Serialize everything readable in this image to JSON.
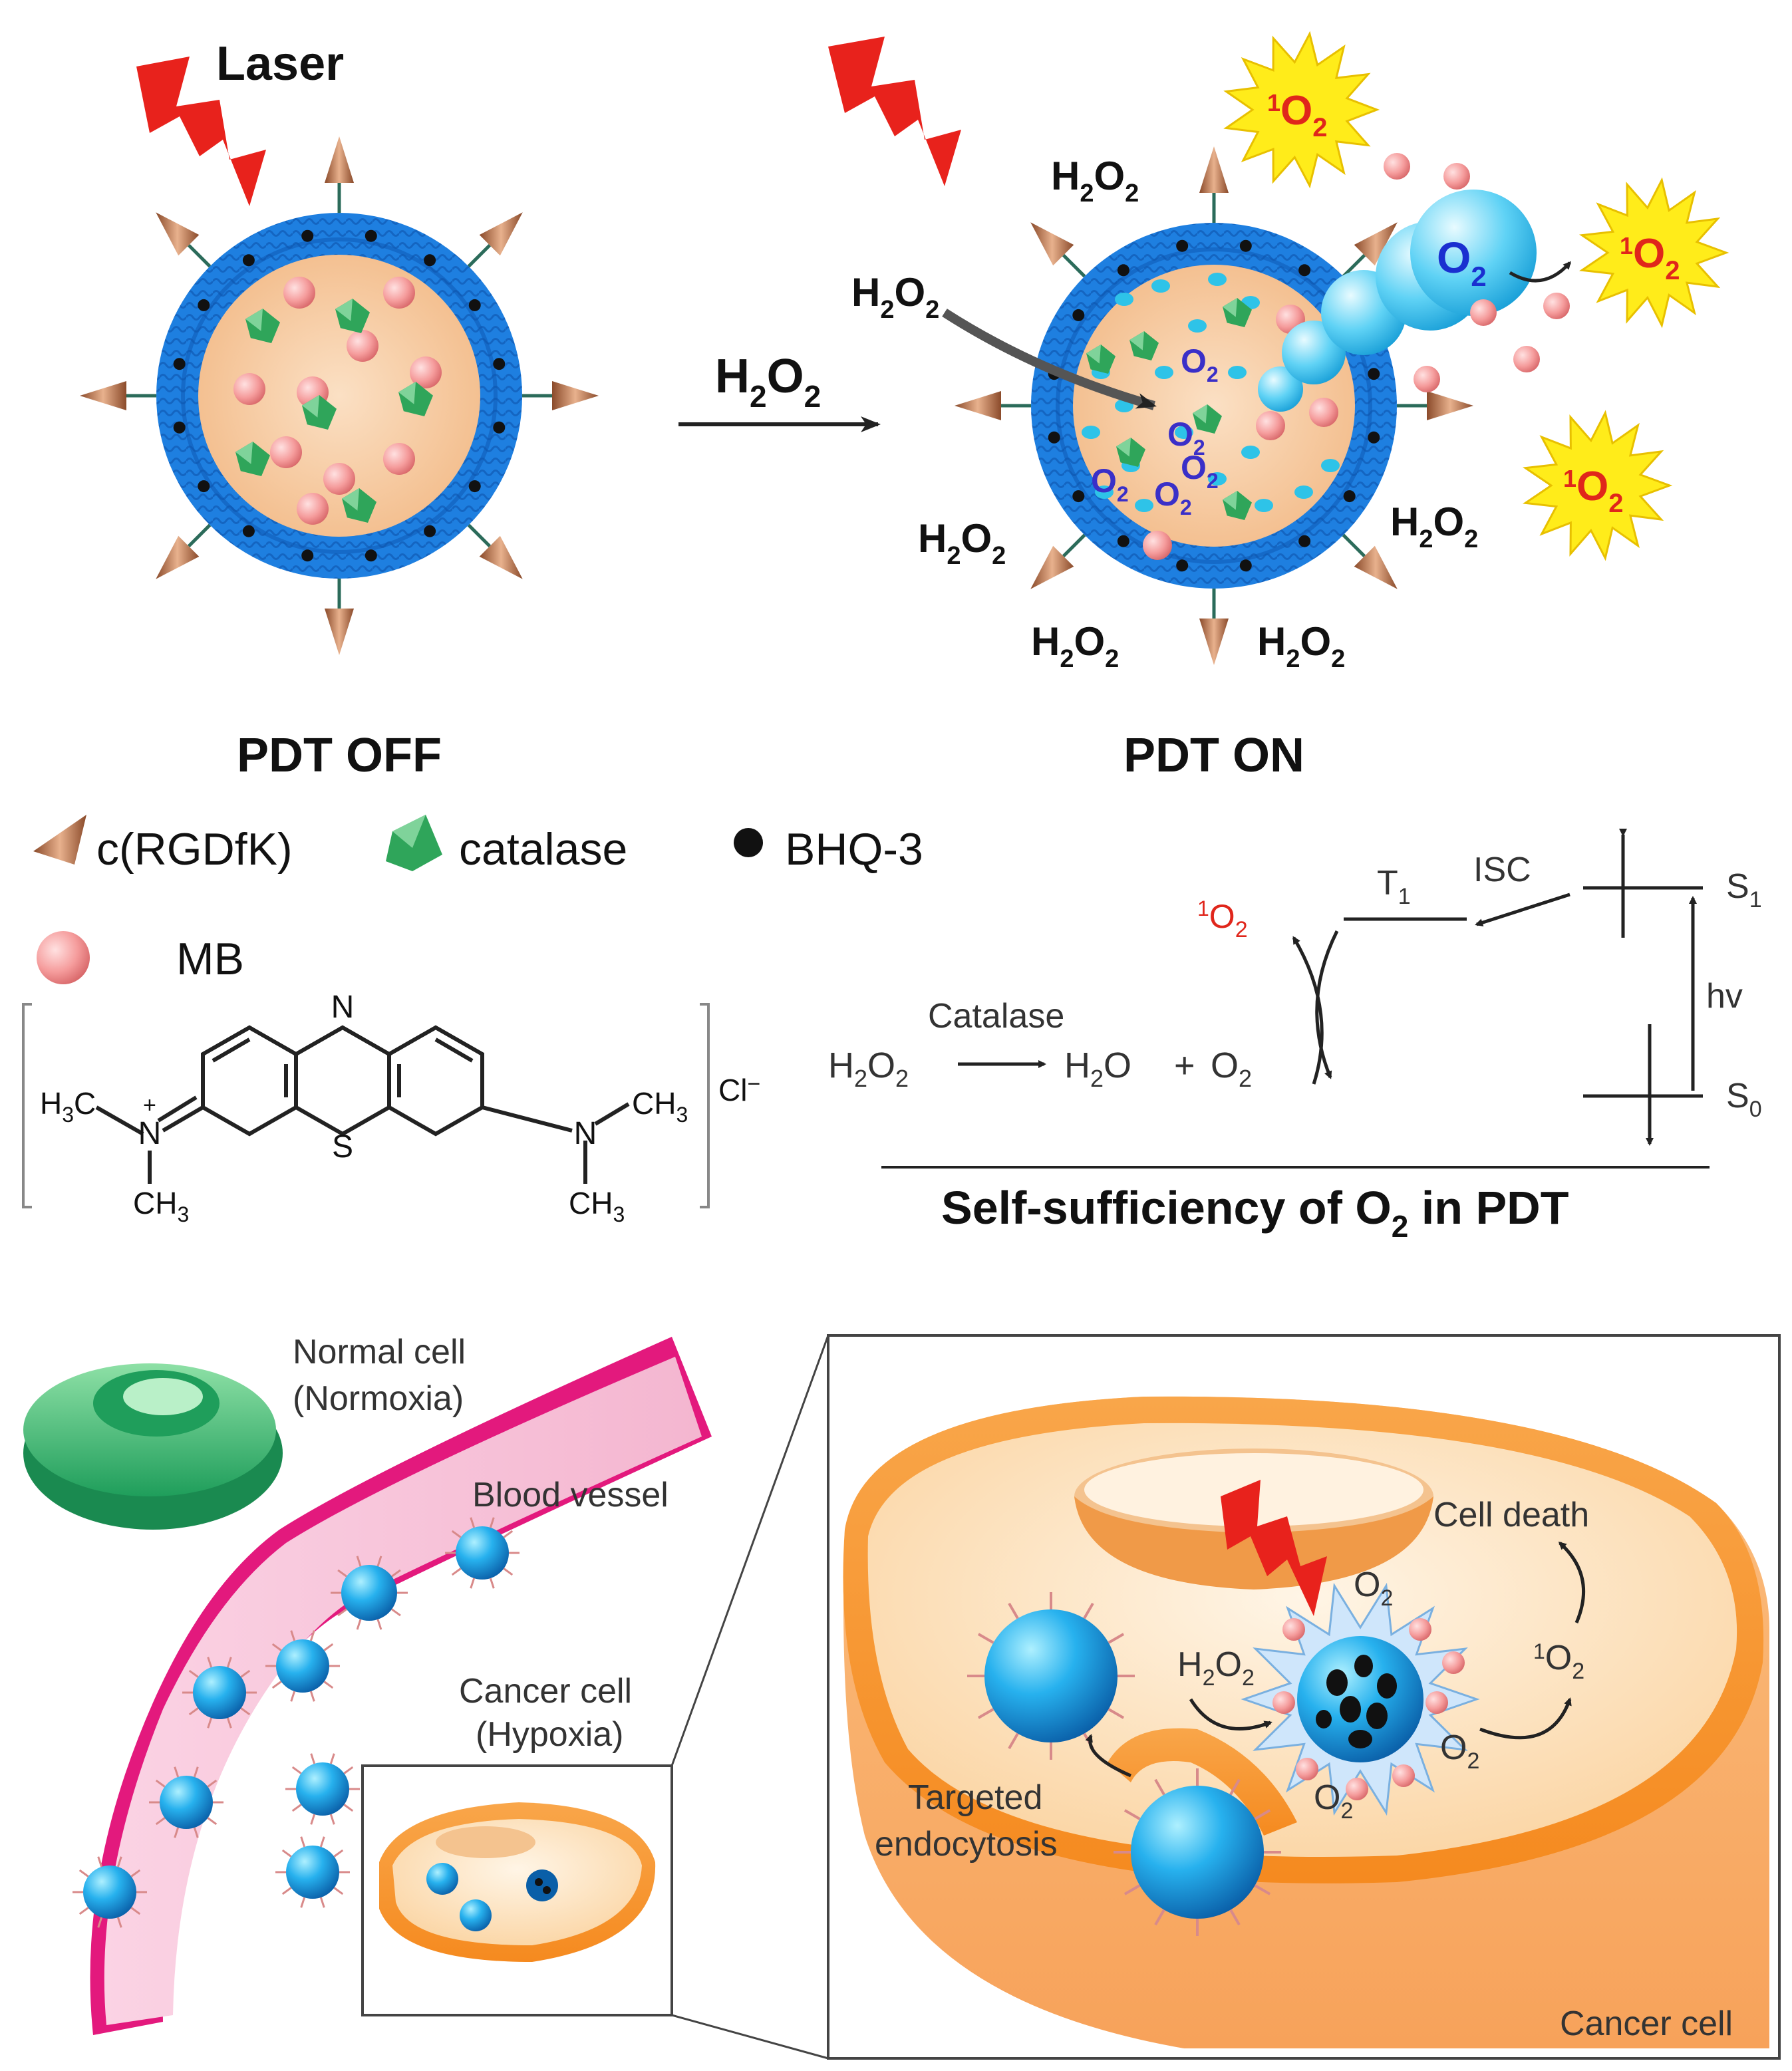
{
  "top": {
    "laser_label": "Laser",
    "arrow_label_main": "H",
    "arrow_label_sub": "2",
    "arrow_label_tail": "O",
    "arrow_label_sub2": "2",
    "off_caption": "PDT OFF",
    "on_caption": "PDT ON",
    "h2o2": {
      "h": "H",
      "s": "2",
      "o": "O",
      "s2": "2"
    },
    "o2": {
      "o": "O",
      "s": "2"
    },
    "singlet": {
      "pre": "1",
      "o": "O",
      "s": "2"
    }
  },
  "legend": {
    "rgd": "c(RGDfK)",
    "catalase": "catalase",
    "bhq": "BHQ-3",
    "mb": "MB"
  },
  "molecule": {
    "n_top": "N",
    "s_bottom": "S",
    "left_n": "N",
    "plus": "+",
    "h3c": "H",
    "h3c_sub": "3",
    "h3c_c": "C",
    "ch3": "CH",
    "ch3_sub": "3",
    "right_n": "N",
    "cl": "Cl",
    "cl_charge": "−"
  },
  "jablonski": {
    "t1": "T",
    "t1_sub": "1",
    "isc": "ISC",
    "s1": "S",
    "s1_sub": "1",
    "s0": "S",
    "s0_sub": "0",
    "hv": "hv",
    "singlet_pre": "1",
    "singlet_o": "O",
    "singlet_sub": "2",
    "catalase": "Catalase",
    "eq_h2o2_h": "H",
    "eq_h2o2_s": "2",
    "eq_h2o2_o": "O",
    "eq_h2o2_s2": "2",
    "eq_h2o_h": "H",
    "eq_h2o_s": "2",
    "eq_h2o_o": "O",
    "eq_plus": "+",
    "eq_o2_o": "O",
    "eq_o2_s": "2",
    "title_pre": "Self-sufficiency of O",
    "title_sub": "2",
    "title_post": " in PDT"
  },
  "bottom": {
    "normal_cell_line1": "Normal cell",
    "normal_cell_line2": "(Normoxia)",
    "blood_vessel": "Blood vessel",
    "cancer_cell_line1": "Cancer cell",
    "cancer_cell_line2": "(Hypoxia)",
    "cell_death": "Cell death",
    "targeted_line1": "Targeted",
    "targeted_line2": "endocytosis",
    "cancer_cell_label": "Cancer cell"
  },
  "colors": {
    "shell_blue": "#1e7fe0",
    "core_peach": "#f7c9a0",
    "catalase_green": "#2fa55a",
    "mb_pink": "#f59c9c",
    "laser_red": "#e8221c",
    "burst_yellow": "#ffec1a",
    "singlet_red": "#e0261b",
    "o2_blue": "#1a2fd0",
    "vessel_pink": "#e3197d",
    "cell_orange": "#f7962a",
    "normal_green": "#1f9e5b"
  }
}
